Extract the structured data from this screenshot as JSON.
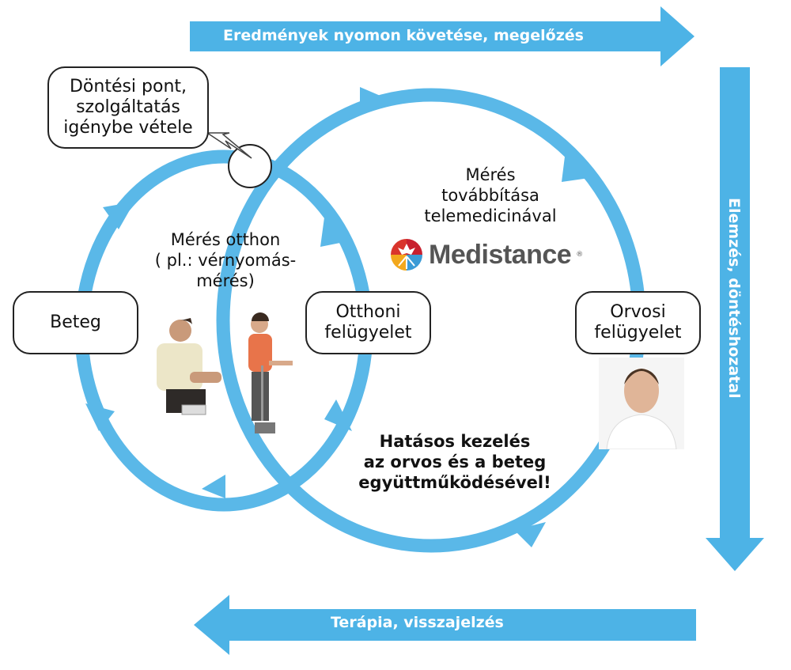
{
  "colors": {
    "arrow": "#4db3e6",
    "circle": "#5ab8e8"
  },
  "arrows": {
    "top": "Eredmények nyomon követése, megelőzés",
    "right": "Elemzés, döntéshozatal",
    "bottom": "Terápia, visszajelzés"
  },
  "callout": {
    "line1": "Döntési pont,",
    "line2": "szolgáltatás",
    "line3": "igénybe vétele"
  },
  "boxes": {
    "patient": "Beteg",
    "home_care": {
      "line1": "Otthoni",
      "line2": "felügyelet"
    },
    "doctor_care": {
      "line1": "Orvosi",
      "line2": "felügyelet"
    }
  },
  "texts": {
    "home_measure": {
      "line1": "Mérés otthon",
      "line2": "( pl.: vérnyomás-",
      "line3": "mérés)"
    },
    "transmit": {
      "line1": "Mérés",
      "line2": "továbbítása",
      "line3": "telemedicinával"
    },
    "effective": {
      "line1": "Hatásos kezelés",
      "line2": "az orvos és a beteg",
      "line3": "együttműködésével!"
    }
  },
  "logo": {
    "name": "Medistance",
    "mark": "®"
  }
}
